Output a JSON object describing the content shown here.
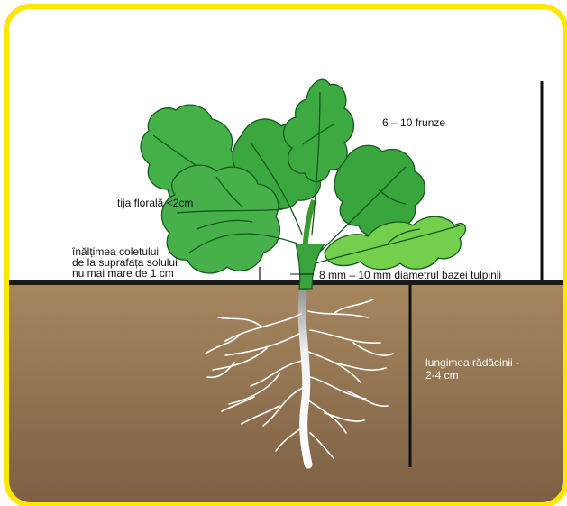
{
  "labels": {
    "leaves_count": "6 – 10 frunze",
    "flower_stem": "tija florală <2cm",
    "collar_height": [
      "înălțimea coletului",
      "de la suprafața solului",
      "nu mai mare de 1 cm"
    ],
    "stem_diameter": "8 mm – 10 mm diametrul bazei tulpinii",
    "root_length": [
      "lungimea rădăcinii -",
      "2-4 cm"
    ]
  },
  "colors": {
    "frame": "#ffe600",
    "soil_top": "#a6875f",
    "soil_bottom": "#7a5e42",
    "leaf_dark": "#2e9e3a",
    "leaf_light": "#6fcf4a",
    "root": "#ffffff"
  }
}
